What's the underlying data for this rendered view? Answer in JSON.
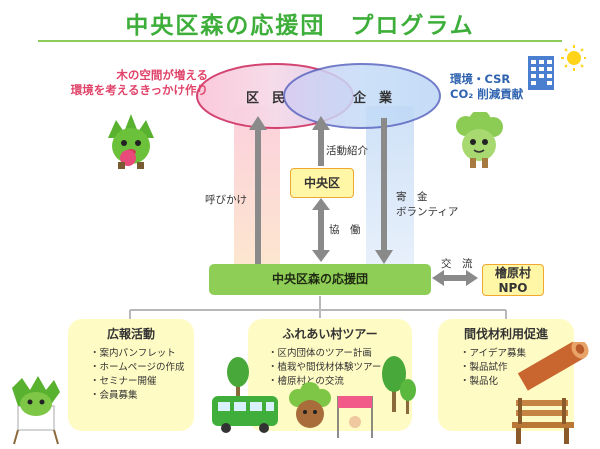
{
  "title": "中央区森の応援団　プログラム",
  "ellipse": {
    "left_label": "区　民",
    "right_label": "企　業"
  },
  "left_note": [
    "木の空間が増える",
    "環境を考えるきっかけ作り"
  ],
  "right_note": [
    "環境・CSR",
    "CO₂ 削減貢献"
  ],
  "center_box": "中央区",
  "main_box": "中央区森の応援団",
  "partner_box": [
    "檜原村",
    "NPO"
  ],
  "labels": {
    "katsudo": "活動紹介",
    "yobikake": "呼びかけ",
    "kyodo": "協　働",
    "kikin": [
      "寄　金",
      "ボランティア"
    ],
    "koryu": "交　流"
  },
  "panels": [
    {
      "title": "広報活動",
      "items": [
        "・案内パンフレット",
        "・ホームページの作成",
        "・セミナー開催",
        "・会員募集"
      ]
    },
    {
      "title": "ふれあい村ツアー",
      "items": [
        "・区内団体のツアー計画",
        "・植栽や間伐材体験ツアー",
        "・檜原村との交流"
      ]
    },
    {
      "title": "間伐材利用促進",
      "items": [
        "・アイデア募集",
        "・製品試作",
        "・製品化"
      ]
    }
  ],
  "colors": {
    "title_green": "#3eae3a",
    "ellipse_left": "#ffd6e4",
    "ellipse_right": "#cfe4fb",
    "main_box": "#8fce56",
    "panel_bg": "#fffbc4"
  },
  "icons": [
    "building-icon",
    "sun-icon",
    "mascot-icon",
    "bus-icon",
    "tree-icon",
    "log-icon",
    "bench-icon"
  ]
}
